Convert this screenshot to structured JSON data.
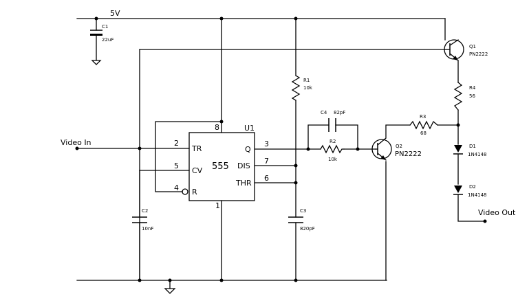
{
  "nets": {
    "vcc": "5V",
    "video_in": "Video In",
    "video_out": "Video Out"
  },
  "u1": {
    "ref": "U1",
    "value": "555",
    "pins": {
      "tr": {
        "num": "2",
        "name": "TR"
      },
      "cv": {
        "num": "5",
        "name": "CV"
      },
      "r": {
        "num": "4",
        "name": "R"
      },
      "q": {
        "num": "3",
        "name": "Q"
      },
      "dis": {
        "num": "7",
        "name": "DIS"
      },
      "thr": {
        "num": "6",
        "name": "THR"
      },
      "vcc": {
        "num": "8"
      },
      "gnd": {
        "num": "1"
      }
    }
  },
  "c1": {
    "ref": "C1",
    "value": "22uF"
  },
  "c2": {
    "ref": "C2",
    "value": "10nF"
  },
  "c3": {
    "ref": "C3",
    "value": "820pF"
  },
  "c4": {
    "ref": "C4",
    "value": "82pF"
  },
  "r1": {
    "ref": "R1",
    "value": "10k"
  },
  "r2": {
    "ref": "R2",
    "value": "10k"
  },
  "r3": {
    "ref": "R3",
    "value": "68"
  },
  "r4": {
    "ref": "R4",
    "value": "56"
  },
  "q1": {
    "ref": "Q1",
    "value": "PN2222"
  },
  "q2": {
    "ref": "Q2",
    "value": "PN2222"
  },
  "d1": {
    "ref": "D1",
    "value": "1N4148"
  },
  "d2": {
    "ref": "D2",
    "value": "1N4148"
  }
}
